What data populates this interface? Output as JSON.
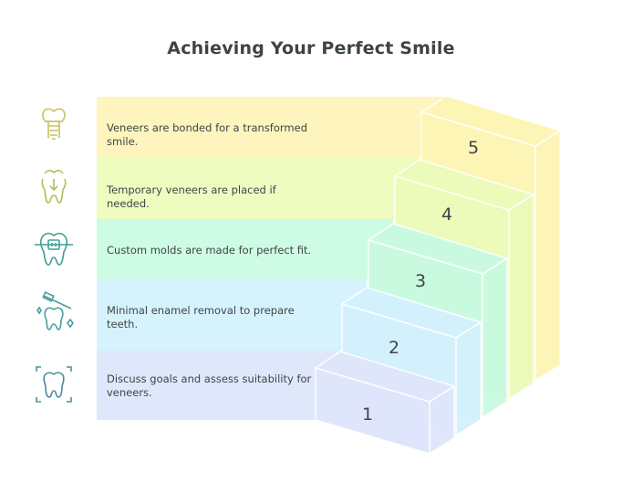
{
  "title": "Achieving Your Perfect Smile",
  "steps": [
    {
      "number": "1",
      "text": "Discuss goals and assess suitability for veneers.",
      "icon": "tooth-scan-icon",
      "band": "#dfe7fb",
      "face": "#dfe6fb",
      "iconColor": "#4d8fa0"
    },
    {
      "number": "2",
      "text": "Minimal enamel removal to prepare teeth.",
      "icon": "tooth-brush-sparkle-icon",
      "band": "#d6f2fd",
      "face": "#d3f1fc",
      "iconColor": "#4a9ea0"
    },
    {
      "number": "3",
      "text": "Custom molds are made for perfect fit.",
      "icon": "tooth-braces-icon",
      "band": "#cdfbe3",
      "face": "#c9fae0",
      "iconColor": "#3f9f95"
    },
    {
      "number": "4",
      "text": "Temporary veneers are placed if needed.",
      "icon": "tooth-arrow-down-icon",
      "band": "#eefcc0",
      "face": "#ecfbba",
      "iconColor": "#b5bd55"
    },
    {
      "number": "5",
      "text": "Veneers are bonded for a transformed smile.",
      "icon": "tooth-implant-icon",
      "band": "#fdf5bd",
      "face": "#fdf5b5",
      "iconColor": "#c9c261"
    }
  ]
}
